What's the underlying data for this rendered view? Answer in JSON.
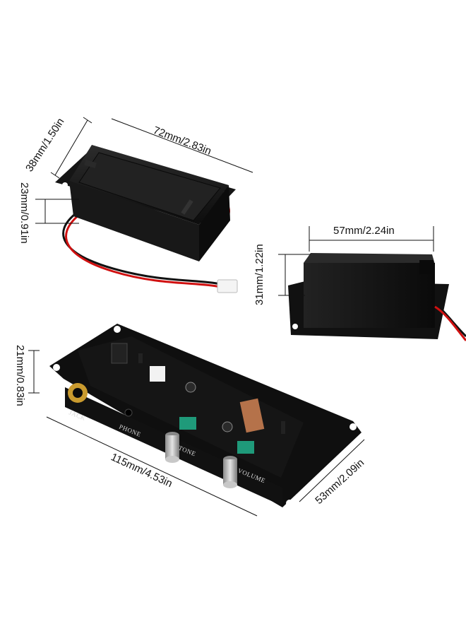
{
  "dimensions": {
    "box_width": "72mm/2.83in",
    "box_depth": "38mm/1.50in",
    "box_height": "23mm/0.91in",
    "cover_width": "57mm/2.24in",
    "cover_height": "31mm/1.22in",
    "panel_thickness": "21mm/0.83in",
    "panel_length": "115mm/4.53in",
    "panel_width": "53mm/2.09in"
  },
  "panel_labels": {
    "jack": "JACK",
    "phone": "PHONE",
    "tone": "TONE",
    "volume": "VOLUME"
  },
  "colors": {
    "plastic": "#1c1c1c",
    "pcb": "#151515",
    "wire_red": "#d01010",
    "wire_black": "#111111",
    "knob_metal": "#b9b9b9",
    "switch_green": "#1f9a7a",
    "jack_gold": "#c99a2e",
    "potentiometer_brown": "#b5724a"
  }
}
